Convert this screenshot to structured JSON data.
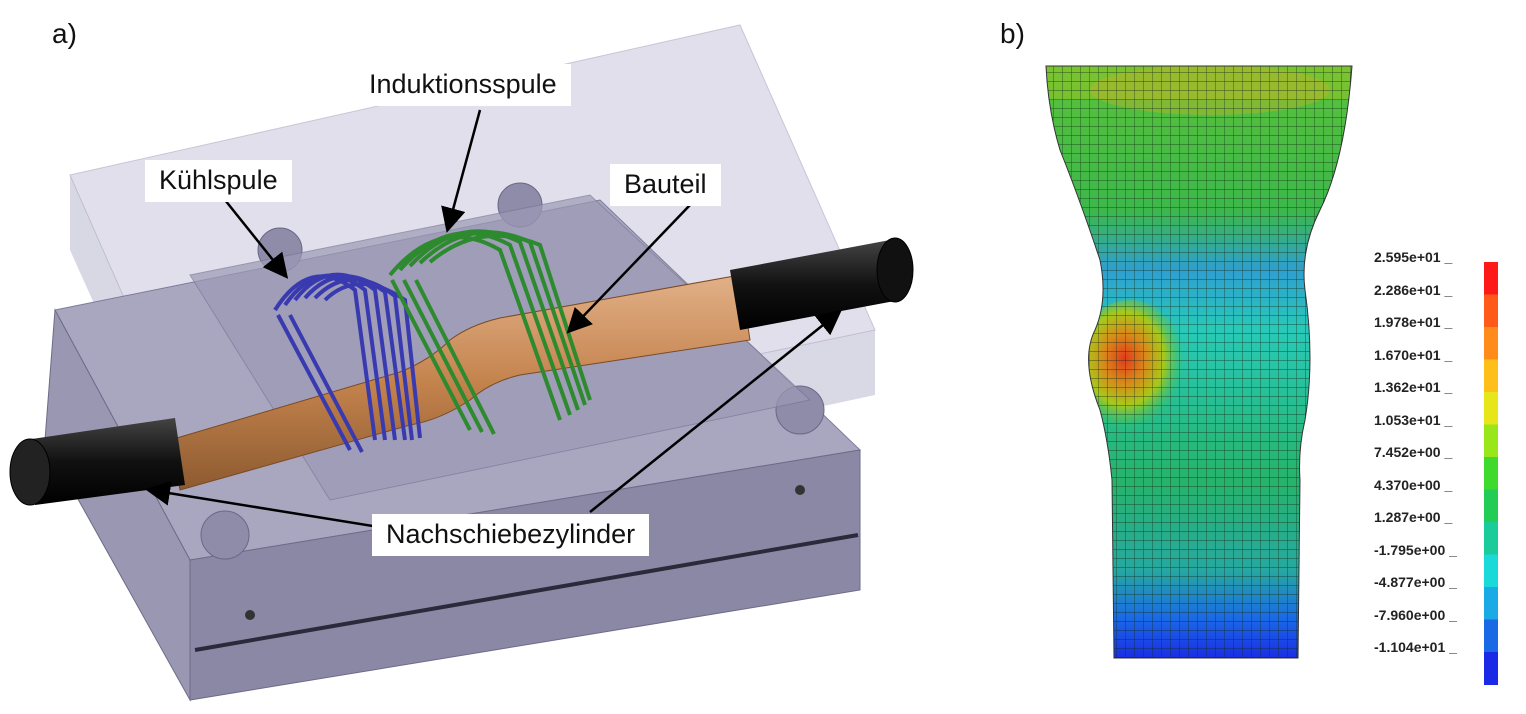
{
  "panels": {
    "a": {
      "label": "a)"
    },
    "b": {
      "label": "b)"
    }
  },
  "callouts": {
    "induction_coil": "Induktionsspule",
    "cooling_coil": "Kühlspule",
    "component": "Bauteil",
    "push_cylinder": "Nachschiebezylinder"
  },
  "colors": {
    "cooling_coil": "#3a3ab0",
    "induction_coil": "#2e8a2e",
    "component_tube": "#c98a55",
    "cylinder": "#111111",
    "mold_body": "#8c8aa6"
  },
  "colorbar": {
    "labels": [
      "2.595e+01",
      "2.286e+01",
      "1.978e+01",
      "1.670e+01",
      "1.362e+01",
      "1.053e+01",
      "7.452e+00",
      "4.370e+00",
      "1.287e+00",
      "-1.795e+00",
      "-4.877e+00",
      "-7.960e+00",
      "-1.104e+01"
    ],
    "colors": [
      "#ff1a1a",
      "#ff5a1a",
      "#ff8c1a",
      "#ffbf1a",
      "#e6e61a",
      "#99e61a",
      "#40d92e",
      "#22cc55",
      "#1acc99",
      "#1ad9d9",
      "#1aaae6",
      "#1a6ae6",
      "#1a2ae6"
    ]
  }
}
